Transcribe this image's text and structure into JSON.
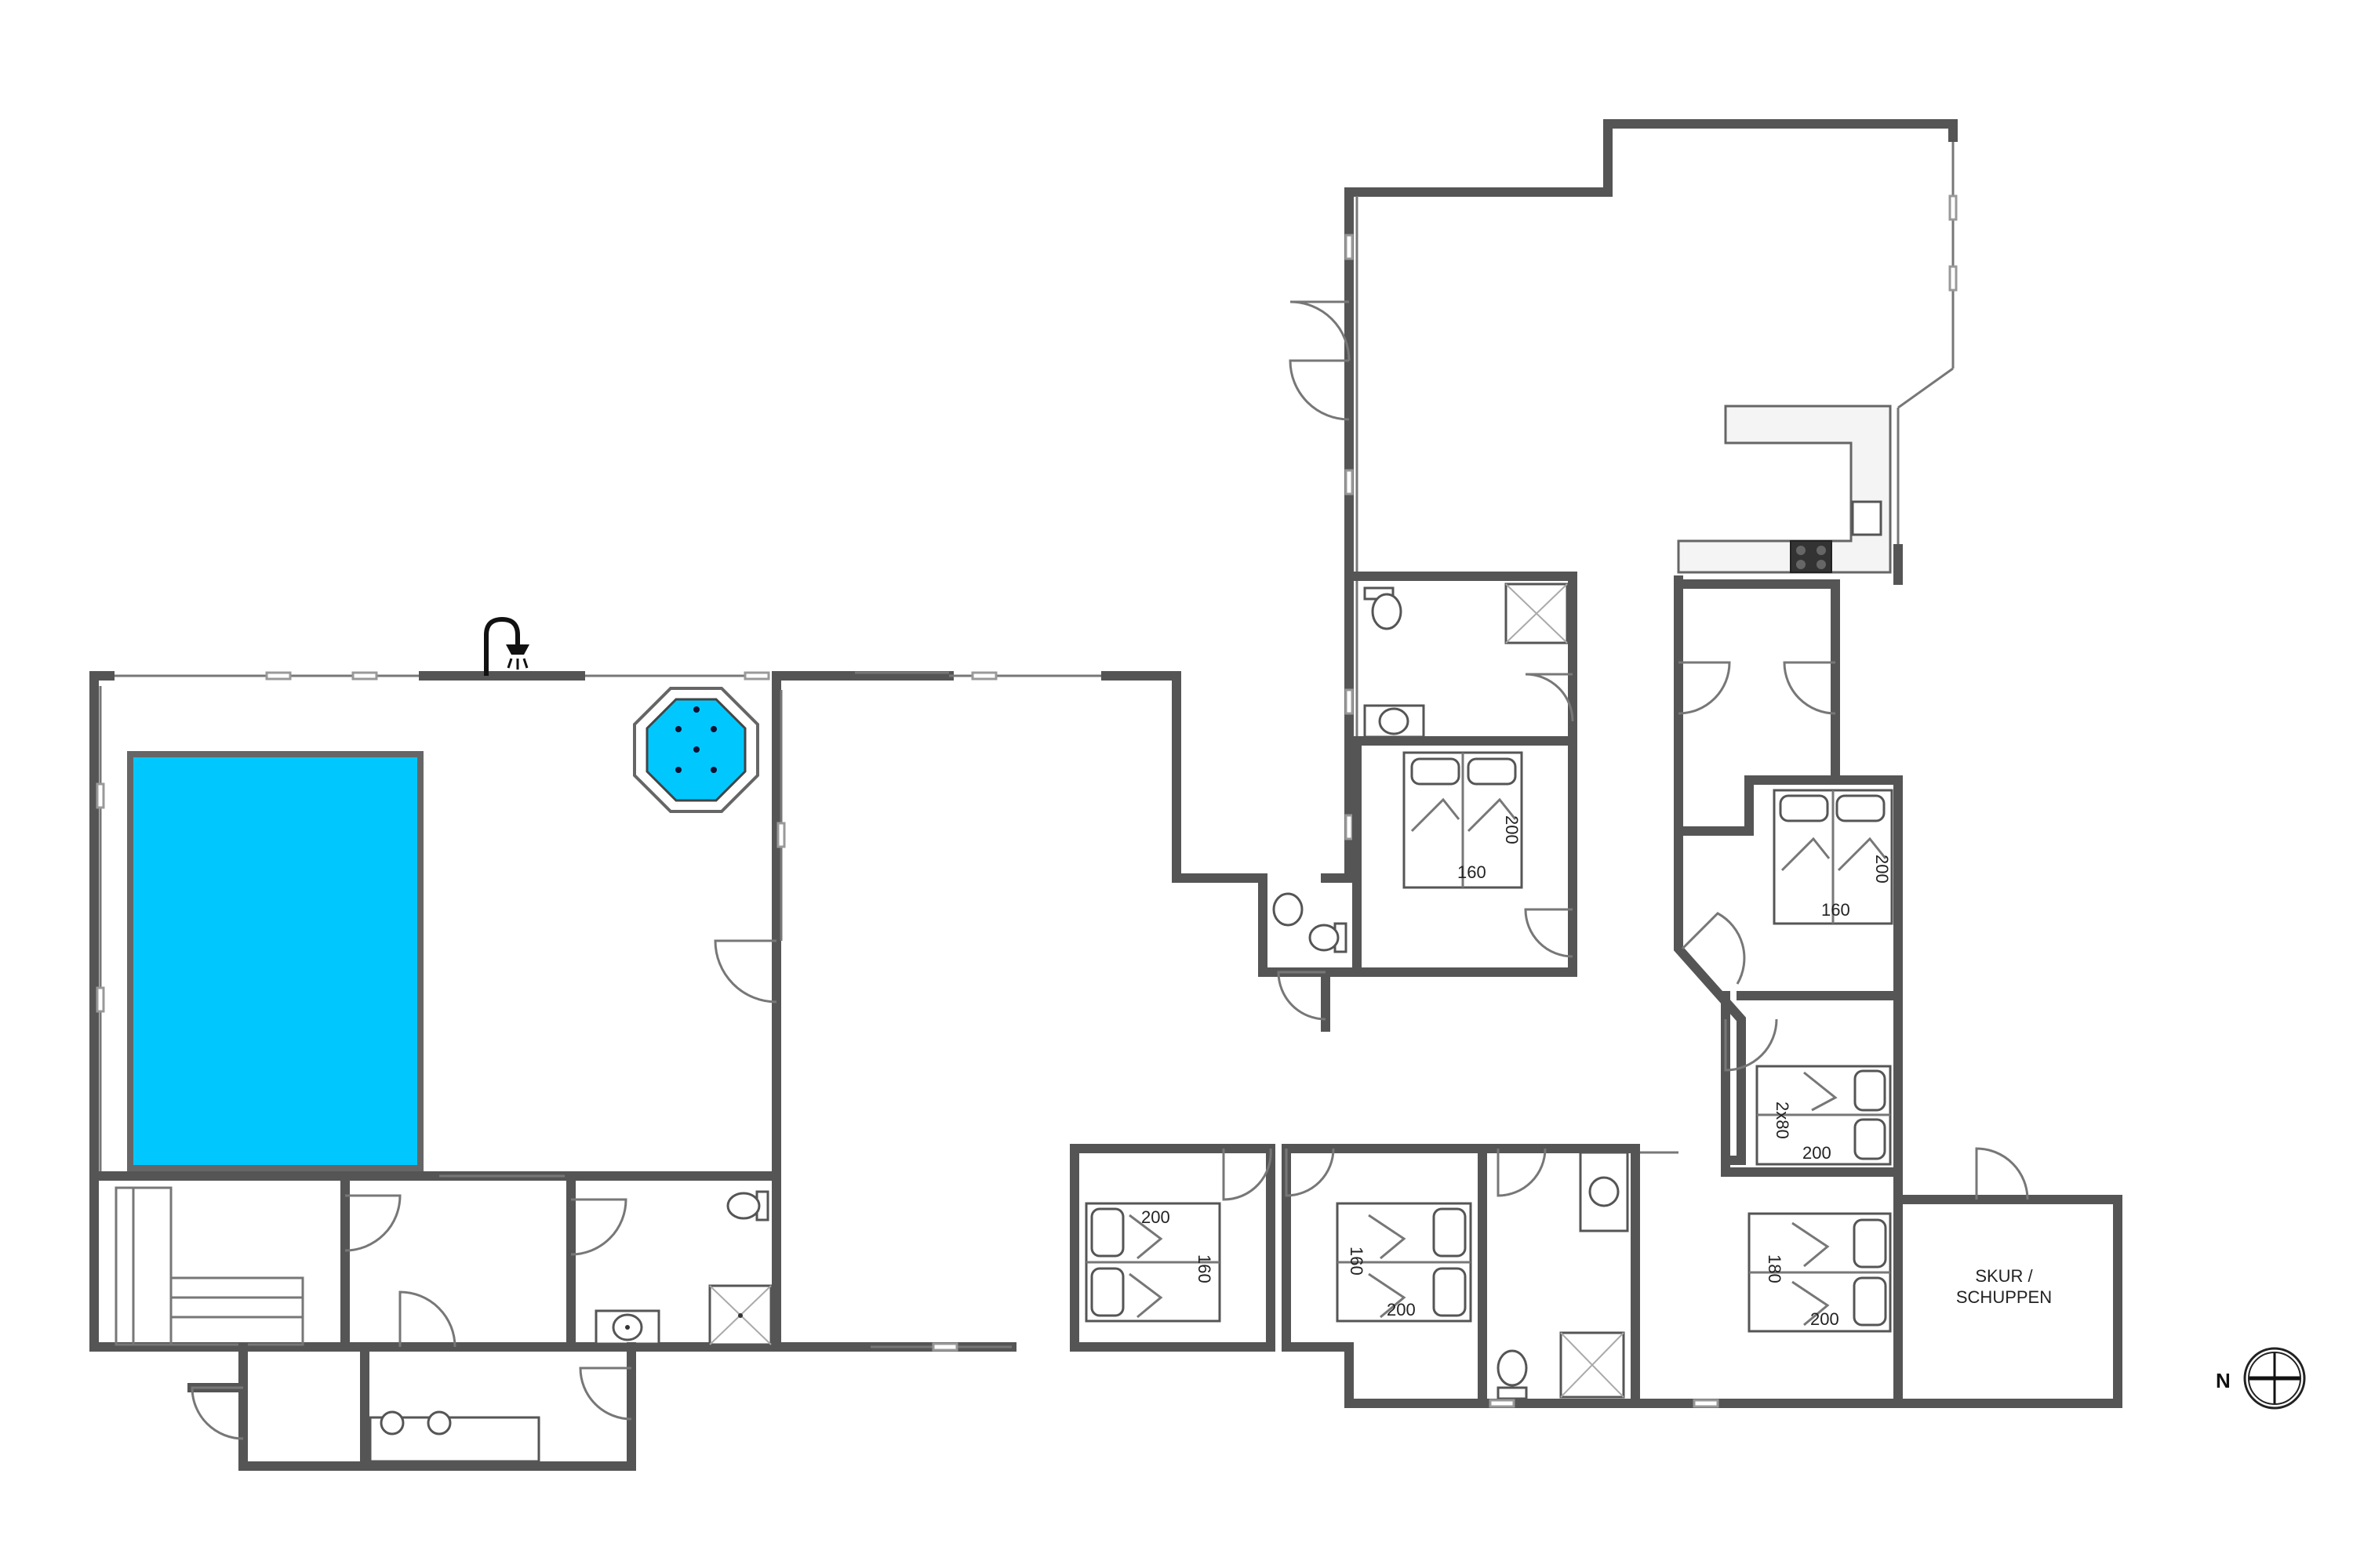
{
  "colors": {
    "pool": "#00c8ff",
    "wall": "#6f6f6f",
    "hob": "#333333"
  },
  "bed_labels": {
    "bed1_width": "160",
    "bed1_length": "200",
    "bed2_width": "160",
    "bed2_length": "200",
    "bed3_width": "2x80",
    "bed3_length": "200",
    "bed4_width": "180",
    "bed4_length": "200",
    "bed5_width": "160",
    "bed5_length": "200",
    "bed6_width": "160",
    "bed6_length": "200"
  },
  "rooms": {
    "shed_line1": "SKUR /",
    "shed_line2": "SCHUPPEN"
  },
  "compass": {
    "label": "N"
  },
  "icons": [
    "shower-icon",
    "spa-icon",
    "pool",
    "toilet-icon",
    "sink-icon",
    "shower-tray-icon",
    "bed-icon",
    "hob-icon",
    "sauna-bench",
    "door-icon",
    "compass-icon"
  ]
}
